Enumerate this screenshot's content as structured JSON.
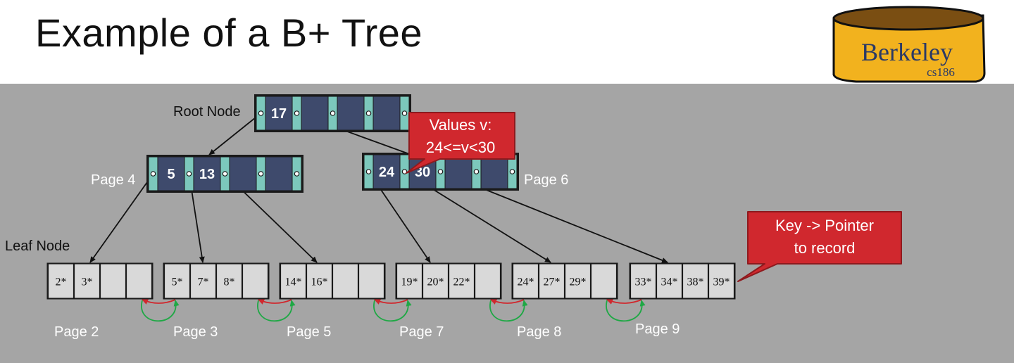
{
  "title": "Example of a B+ Tree",
  "logo": {
    "name": "Berkeley",
    "course": "cs186"
  },
  "labels": {
    "root": "Root Node",
    "leaf": "Leaf Node",
    "page4": "Page 4",
    "page6": "Page 6",
    "leaf_pages": [
      "Page 2",
      "Page 3",
      "Page 5",
      "Page 7",
      "Page 8",
      "Page 9"
    ]
  },
  "root_node": {
    "keys": [
      "17"
    ]
  },
  "inner_nodes": [
    {
      "page": "Page 4",
      "keys": [
        "5",
        "13"
      ]
    },
    {
      "page": "Page 6",
      "keys": [
        "24",
        "30"
      ]
    }
  ],
  "leaf_nodes": [
    {
      "page": "Page 2",
      "entries": [
        "2*",
        "3*",
        "",
        ""
      ]
    },
    {
      "page": "Page 3",
      "entries": [
        "5*",
        "7*",
        "8*",
        ""
      ]
    },
    {
      "page": "Page 5",
      "entries": [
        "14*",
        "16*",
        "",
        ""
      ]
    },
    {
      "page": "Page 7",
      "entries": [
        "19*",
        "20*",
        "22*",
        ""
      ]
    },
    {
      "page": "Page 8",
      "entries": [
        "24*",
        "27*",
        "29*",
        ""
      ]
    },
    {
      "page": "Page 9",
      "entries": [
        "33*",
        "34*",
        "38*",
        "39*"
      ]
    }
  ],
  "callouts": [
    {
      "lines": [
        "Values v:",
        "24<=v<30"
      ]
    },
    {
      "lines": [
        "Key -> Pointer",
        "to record"
      ]
    }
  ],
  "colors": {
    "background": "#a5a5a5",
    "node_key": "#3e4a6c",
    "node_pointer": "#7cc8bc",
    "leaf_cell": "#d9d9d9",
    "callout": "#d0282e",
    "sibling_prev": "#d0282e",
    "sibling_next": "#1fa845",
    "logo_fill": "#f2b21e"
  }
}
